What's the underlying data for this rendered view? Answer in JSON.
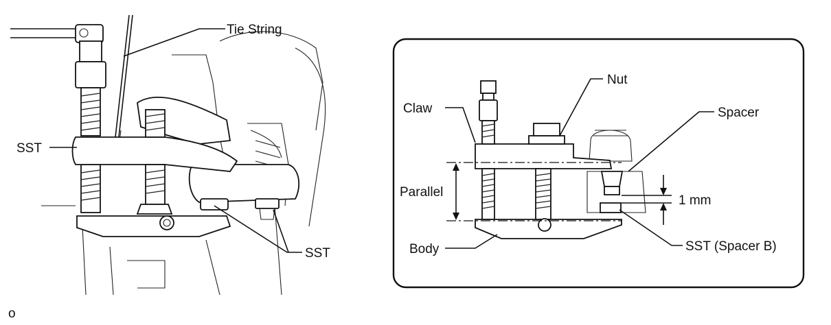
{
  "left_figure": {
    "labels": {
      "tie_string": "Tie String",
      "sst_left": "SST",
      "sst_bottom": "SST"
    }
  },
  "inset": {
    "labels": {
      "nut": "Nut",
      "claw": "Claw",
      "spacer": "Spacer",
      "parallel": "Parallel",
      "gap": "1 mm",
      "body": "Body",
      "spacer_b": "SST (Spacer B)"
    }
  },
  "figure_code": "o",
  "colors": {
    "line": "#111111",
    "background": "#ffffff"
  }
}
